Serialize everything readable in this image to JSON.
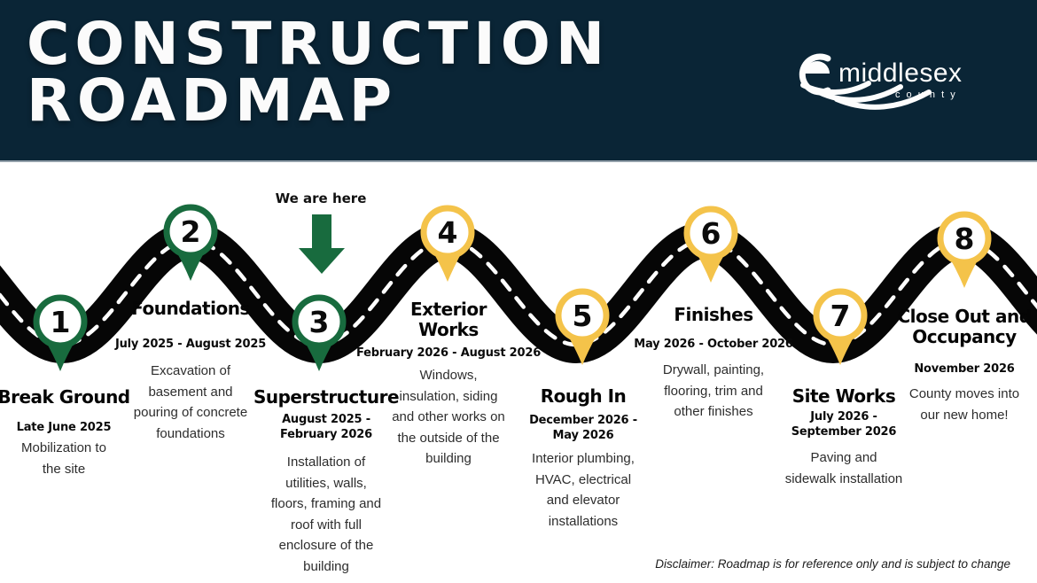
{
  "header": {
    "title_line1": "CONSTRUCTION",
    "title_line2": "ROADMAP",
    "logo": {
      "name": "middlesex",
      "sub": "c o u n t y"
    },
    "bg_color": "#0a2536"
  },
  "colors": {
    "green": "#186b3e",
    "yellow": "#f4c34a",
    "road": "#060606",
    "navy": "#0a2536"
  },
  "here_marker": {
    "label": "We are here",
    "arrow_color": "#186b3e"
  },
  "milestones": [
    {
      "number": "1",
      "pin_color": "green",
      "title": "Break Ground",
      "date": "Late June 2025",
      "description": "Mobilization to\nthe site"
    },
    {
      "number": "2",
      "pin_color": "green",
      "title": "Foundations",
      "date": "July 2025 - August 2025",
      "description": "Excavation of\nbasement and\npouring of concrete\nfoundations"
    },
    {
      "number": "3",
      "pin_color": "green",
      "title": "Superstructure",
      "date": "August 2025 -\nFebruary 2026",
      "description": "Installation of\nutilities, walls,\nfloors, framing and\nroof with full\nenclosure of the\nbuilding"
    },
    {
      "number": "4",
      "pin_color": "yellow",
      "title": "Exterior\nWorks",
      "date": "February 2026 - August 2026",
      "description": "Windows,\ninsulation, siding\nand other works on\nthe outside of the\nbuilding"
    },
    {
      "number": "5",
      "pin_color": "yellow",
      "title": "Rough In",
      "date": "December 2026 -\nMay 2026",
      "description": "Interior plumbing,\nHVAC, electrical\nand elevator\ninstallations"
    },
    {
      "number": "6",
      "pin_color": "yellow",
      "title": "Finishes",
      "date": "May 2026 - October 2026",
      "description": "Drywall, painting,\nflooring, trim and\nother finishes"
    },
    {
      "number": "7",
      "pin_color": "yellow",
      "title": "Site Works",
      "date": "July 2026 -\nSeptember 2026",
      "description": "Paving and\nsidewalk installation"
    },
    {
      "number": "8",
      "pin_color": "yellow",
      "title": "Close Out and\nOccupancy",
      "date": "November 2026",
      "description": "County moves into\nour new home!"
    }
  ],
  "disclaimer": "Disclaimer: Roadmap is for reference only and is subject to change"
}
